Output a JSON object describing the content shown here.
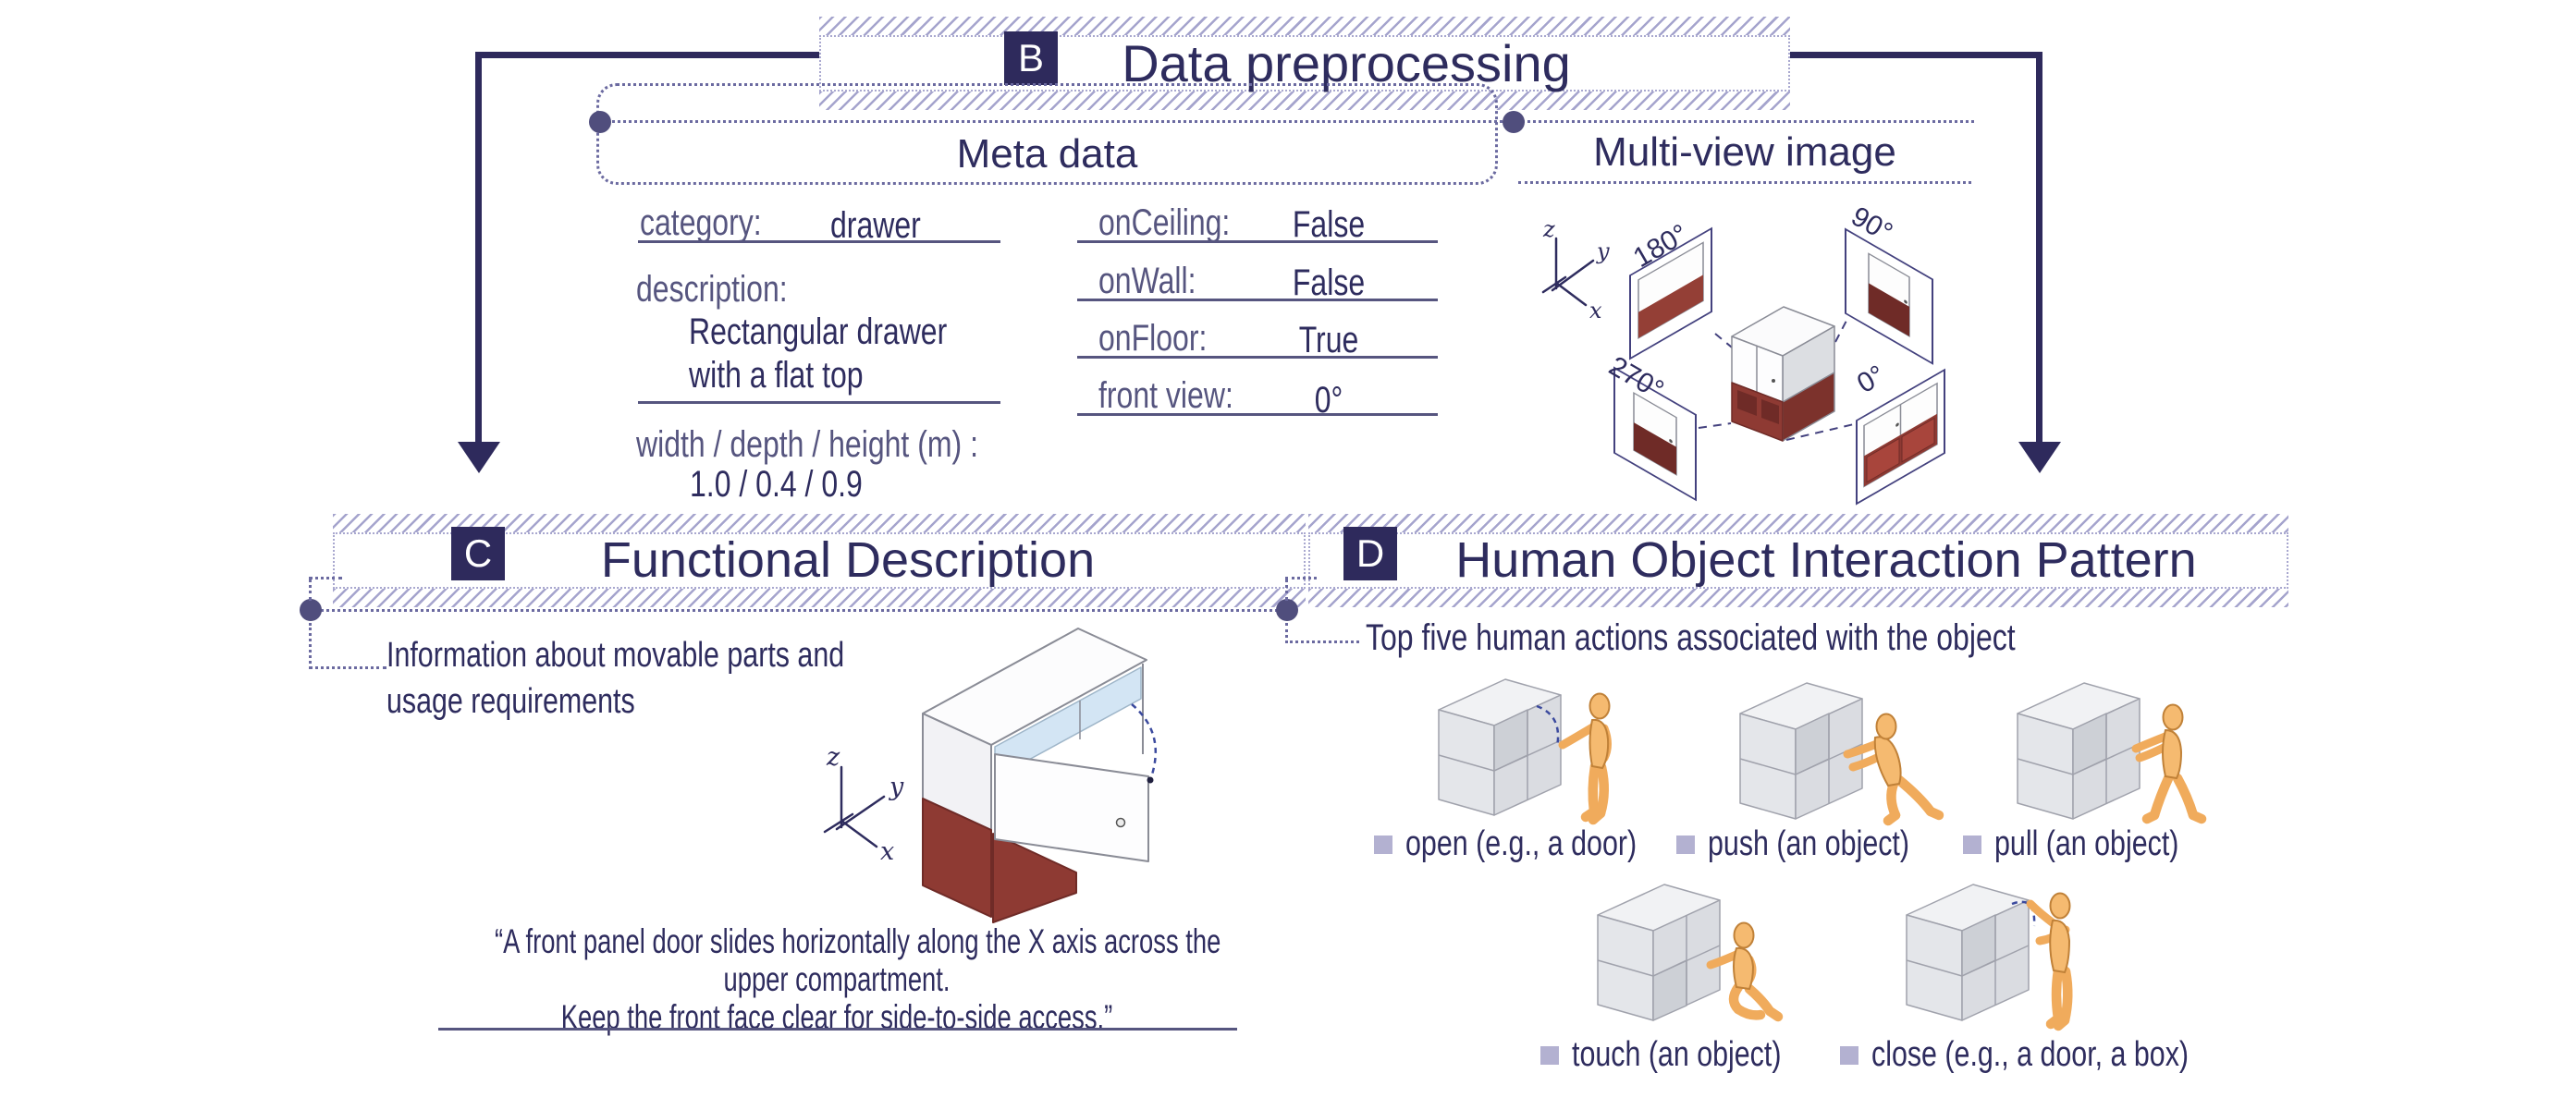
{
  "colors": {
    "navy": "#2e2c5e",
    "badge_bg": "#2e2a5c",
    "label": "#56557f",
    "rule": "#56557f",
    "dotted": "#6b6aa0",
    "hatch": "#a5a4cd",
    "bullet": "#504e7d",
    "maroon": "#8e3a33",
    "maroon_dark": "#6f2b27",
    "maroon_light": "#a8453c",
    "interior_blue": "#d3e5f4",
    "mannequin_orange": "#f5ba70",
    "action_bullet": "#b3b1d1",
    "arc_blue": "#3b4a9e"
  },
  "section_b": {
    "badge": "B",
    "title": "Data preprocessing",
    "meta": {
      "title": "Meta data",
      "category_label": "category:",
      "category_value": "drawer",
      "description_label": "description:",
      "description_line1": "Rectangular drawer",
      "description_line2": "with a flat top",
      "dimensions_label": "width / depth / height (m) :",
      "dimensions_value": "1.0 / 0.4 / 0.9",
      "flags": [
        {
          "label": "onCeiling:",
          "value": "False"
        },
        {
          "label": "onWall:",
          "value": "False"
        },
        {
          "label": "onFloor:",
          "value": "True"
        },
        {
          "label": "front view:",
          "value": "0°"
        }
      ]
    },
    "multiview": {
      "title": "Multi-view image",
      "angles": {
        "back": "180°",
        "right": "90°",
        "left": "270°",
        "front": "0°"
      },
      "axes": {
        "z": "z",
        "y": "y",
        "x": "x"
      }
    }
  },
  "section_c": {
    "badge": "C",
    "title": "Functional Description",
    "info_line1": "Information about movable parts and",
    "info_line2": "usage requirements",
    "axes": {
      "z": "z",
      "y": "y",
      "x": "x"
    },
    "quote_line1": "“A front panel door slides horizontally along the X axis across the",
    "quote_line2": "upper compartment.",
    "quote_line3": "Keep the front face clear for side-to-side access.”"
  },
  "section_d": {
    "badge": "D",
    "title": "Human Object Interaction Pattern",
    "subtitle": "Top five human actions associated with the object",
    "actions": [
      {
        "label": "open (e.g., a door)"
      },
      {
        "label": "push (an object)"
      },
      {
        "label": "pull (an object)"
      },
      {
        "label": "touch (an object)"
      },
      {
        "label": "close (e.g., a door, a box)"
      }
    ]
  }
}
